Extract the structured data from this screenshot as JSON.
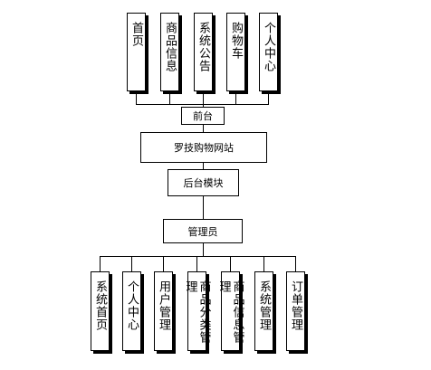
{
  "front_modules": [
    "首页",
    "商品信息",
    "系统公告",
    "购物车",
    "个人中心"
  ],
  "front_label": "前台",
  "site_label": "罗技购物网站",
  "back_label": "后台模块",
  "admin_label": "管理员",
  "admin_modules": [
    "系统首页",
    "个人中心",
    "用户管理",
    "商品分类管理",
    "商品信息管理",
    "系统管理",
    "订单管理"
  ]
}
